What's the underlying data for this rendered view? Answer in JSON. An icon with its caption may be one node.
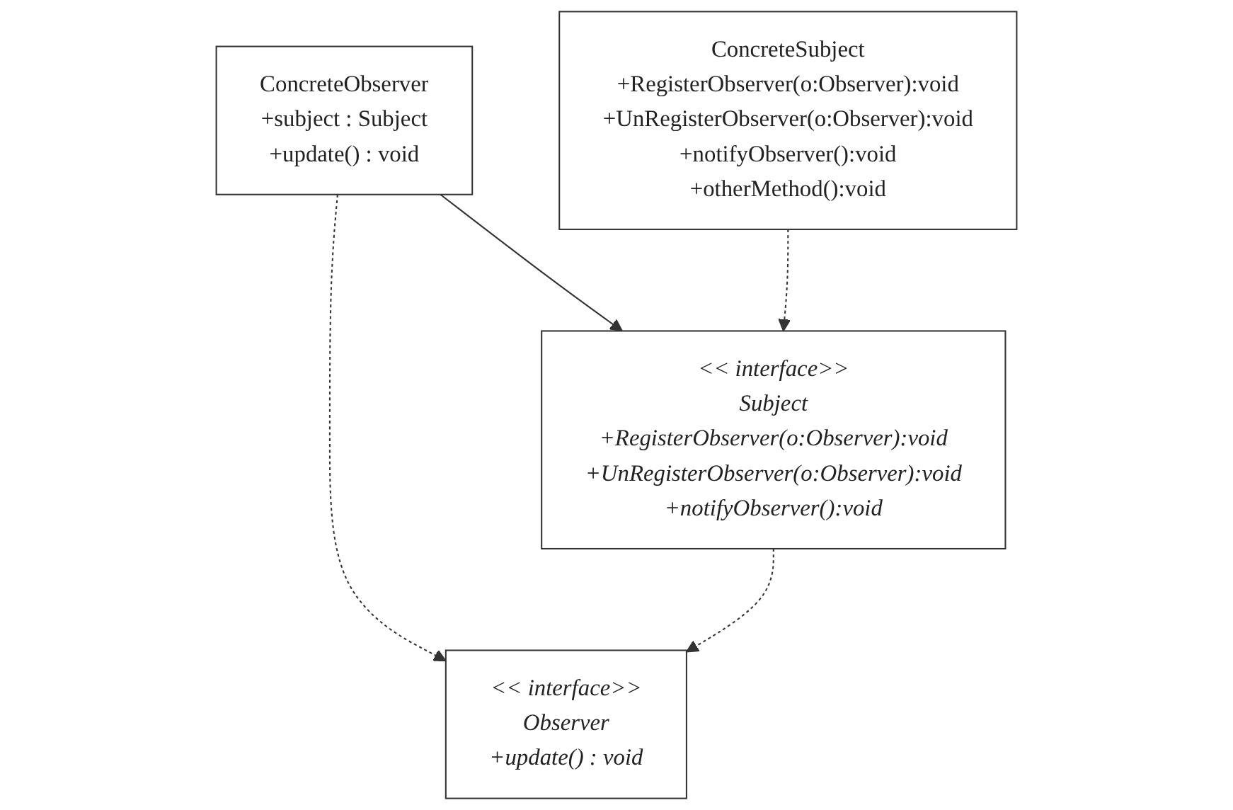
{
  "diagram": {
    "nodes": [
      {
        "text": [
          "<< interface>>",
          "Subject",
          "+RegisterObserver(o:Observer):void",
          "+UnRegisterObserver(o:Observer):void",
          "+notifyObserver():void"
        ]
      },
      {
        "text": [
          "<< interface>>",
          "Observer",
          "+update() : void"
        ]
      },
      {
        "text": [
          "ConcreteObserver",
          "+subject : Subject",
          "+update() : void"
        ]
      },
      {
        "text": [
          "ConcreteSubject",
          "+RegisterObserver(o:Observer):void",
          "+UnRegisterObserver(o:Observer):void",
          "+notifyObserver():void",
          "+otherMethod():void"
        ]
      }
    ],
    "edges": [
      {
        "from": 0,
        "to": 1,
        "arrow": "to",
        "style": "dashed"
      },
      {
        "from": 2,
        "to": 1,
        "arrow": "to",
        "style": "dashed"
      },
      {
        "from": 2,
        "to": 0,
        "arrow": "to"
      },
      {
        "from": 3,
        "to": 0,
        "arrow": "to",
        "style": "dashed"
      }
    ]
  }
}
